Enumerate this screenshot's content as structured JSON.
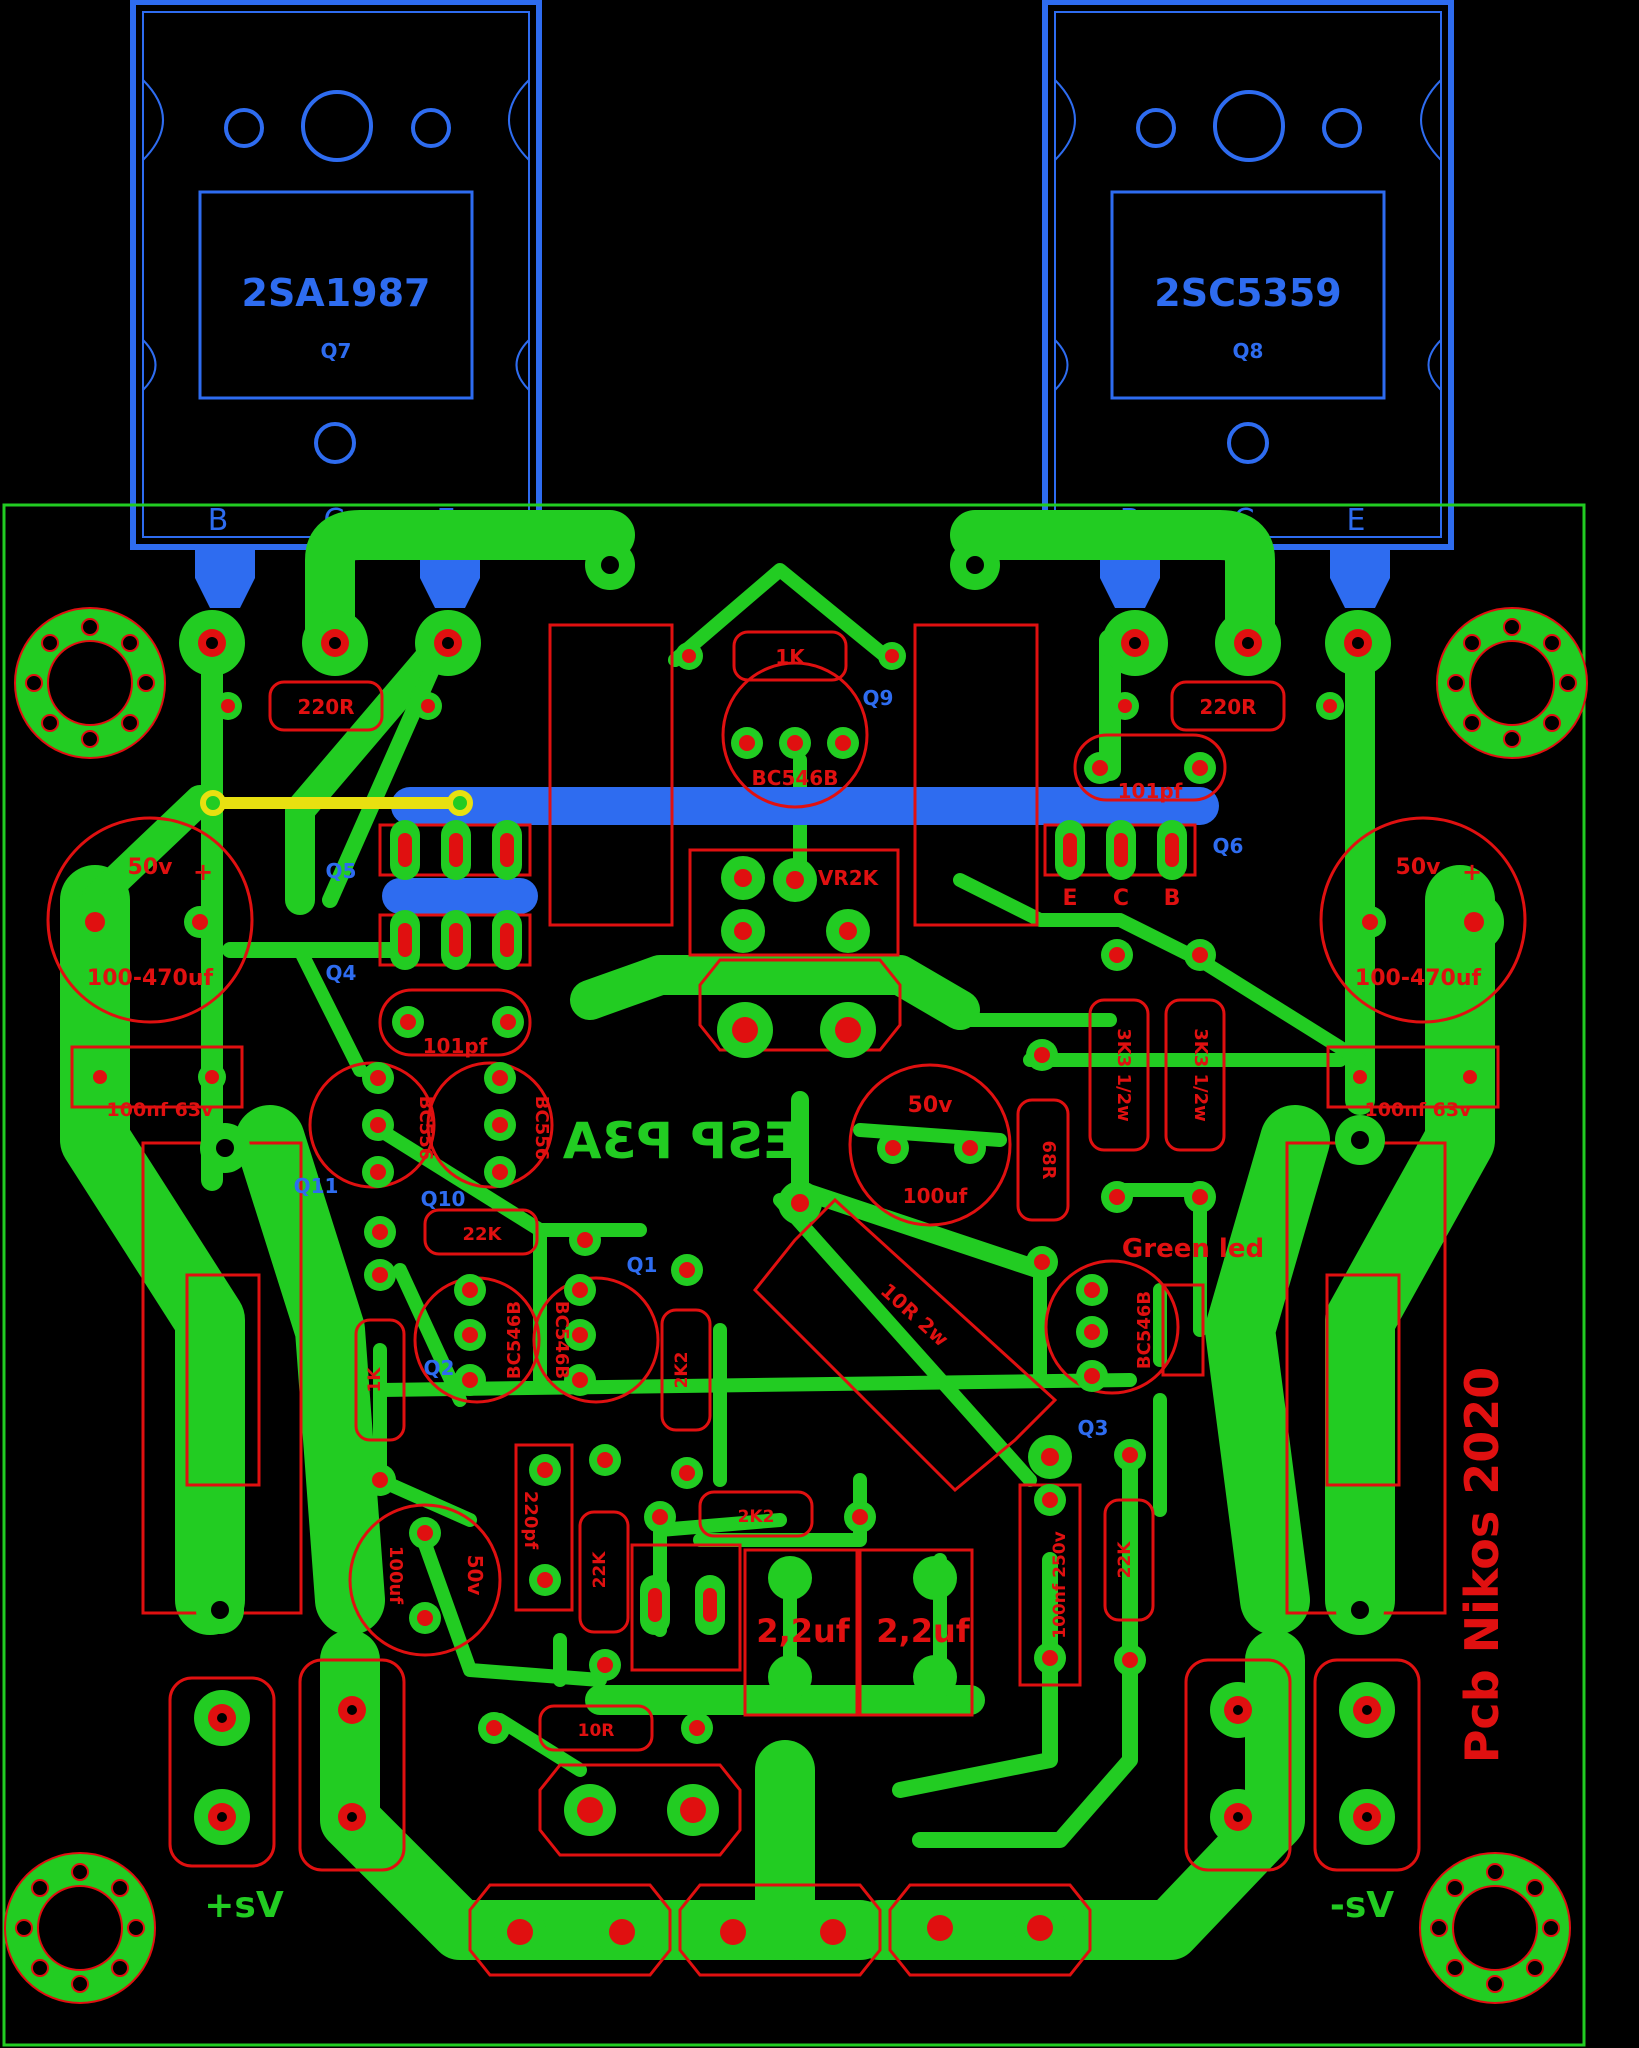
{
  "colors": {
    "background": "#000000",
    "copper": "#22cc22",
    "silkscreen": "#e01010",
    "topLayer": "#2e6cf0",
    "jumper": "#e8e010",
    "outline": "#22cc22"
  },
  "transistors": {
    "q7": {
      "part": "2SA1987",
      "ref": "Q7",
      "pins": [
        "B",
        "C",
        "E"
      ]
    },
    "q8": {
      "part": "2SC5359",
      "ref": "Q8",
      "pins": [
        "B",
        "C",
        "E"
      ]
    }
  },
  "refs": {
    "q1": "Q1",
    "q2": "Q2",
    "q3": "Q3",
    "q4": "Q4",
    "q5": "Q5",
    "q6": "Q6",
    "q9": "Q9",
    "q10": "Q10",
    "q11": "Q11"
  },
  "pins": {
    "e": "E",
    "c": "C",
    "b": "B"
  },
  "parts": {
    "r1k": "1K",
    "r220_left": "220R",
    "r220_right": "220R",
    "bc546b_q9": "BC546B",
    "vr2k": "VR2K",
    "cap101_right": "101pf",
    "cap101_left": "101pf",
    "cap_v_left": "50v",
    "cap_v_right": "50v",
    "cap_range_left": "100-470uf",
    "cap_range_right": "100-470uf",
    "cap_100nf_left": "100nf 63v",
    "cap_100nf_right": "100nf 63v",
    "bc556_a": "BC556",
    "bc556_b": "BC556",
    "r22k_mid": "22K",
    "r3k3_a": "3K3 1/2w",
    "r3k3_b": "3K3 1/2w",
    "r68r": "68R",
    "cap_50v_mid": "50v",
    "cap_100uf_mid": "100uf",
    "r10r_2w": "10R 2w",
    "green_led": "Green led",
    "bc546b_q2": "BC546B",
    "bc546b_q1": "BC546B",
    "bc546b_q3": "BC546B",
    "r2k2_a": "2K2",
    "r2k2_b": "2K2",
    "r_1k_left": "1K",
    "cap_100uf_left": "100uf",
    "cap_50v_left": "50v",
    "cap_220pf": "220pf",
    "r22k_low": "22K",
    "cap_2u2_a": "2,2uf",
    "cap_2u2_b": "2,2uf",
    "cap_100nf_250v": "100nf 250v",
    "r22k_right": "22K",
    "r10r": "10R",
    "plus": "+"
  },
  "labels": {
    "brand_mirrored": "ESP P3A",
    "vs_plus": "+sV",
    "vs_minus": "-sV",
    "credit": "Pcb Nikos 2020"
  }
}
